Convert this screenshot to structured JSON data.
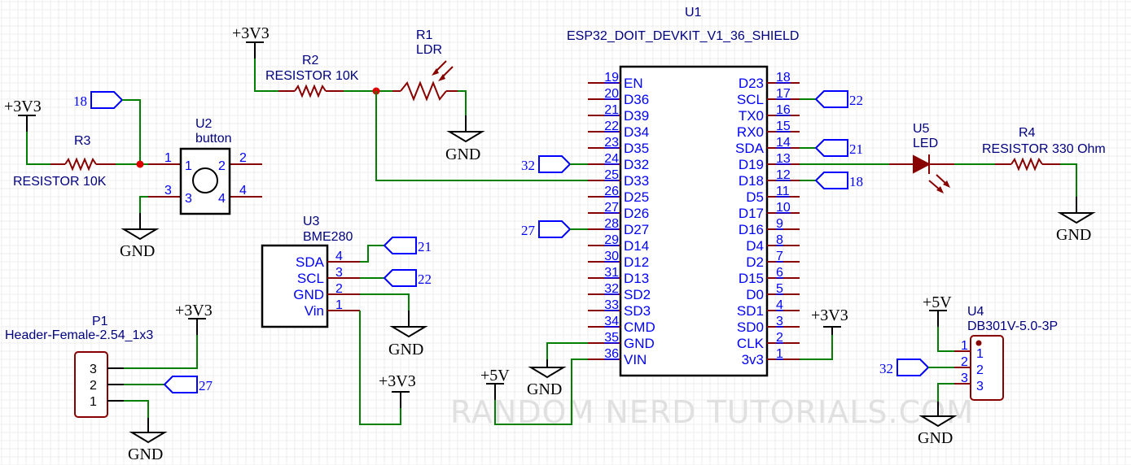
{
  "watermark": "RANDOM NERD TUTORIALS.COM",
  "colors": {
    "wire": "#008000",
    "pin": "#880000",
    "text": "#0000ff",
    "junction": "#dd0000"
  },
  "u1": {
    "ref": "U1",
    "value": "ESP32_DOIT_DEVKIT_V1_36_SHIELD",
    "left_pins": [
      {
        "num": "19",
        "name": "EN"
      },
      {
        "num": "20",
        "name": "D36"
      },
      {
        "num": "21",
        "name": "D39"
      },
      {
        "num": "22",
        "name": "D34"
      },
      {
        "num": "23",
        "name": "D35"
      },
      {
        "num": "24",
        "name": "D32"
      },
      {
        "num": "25",
        "name": "D33"
      },
      {
        "num": "26",
        "name": "D25"
      },
      {
        "num": "27",
        "name": "D26"
      },
      {
        "num": "28",
        "name": "D27"
      },
      {
        "num": "29",
        "name": "D14"
      },
      {
        "num": "30",
        "name": "D12"
      },
      {
        "num": "31",
        "name": "D13"
      },
      {
        "num": "32",
        "name": "SD2"
      },
      {
        "num": "33",
        "name": "SD3"
      },
      {
        "num": "34",
        "name": "CMD"
      },
      {
        "num": "35",
        "name": "GND"
      },
      {
        "num": "36",
        "name": "VIN"
      }
    ],
    "right_pins": [
      {
        "num": "18",
        "name": "D23"
      },
      {
        "num": "17",
        "name": "SCL"
      },
      {
        "num": "16",
        "name": "TX0"
      },
      {
        "num": "15",
        "name": "RX0"
      },
      {
        "num": "14",
        "name": "SDA"
      },
      {
        "num": "13",
        "name": "D19"
      },
      {
        "num": "12",
        "name": "D18"
      },
      {
        "num": "11",
        "name": "D5"
      },
      {
        "num": "10",
        "name": "D17"
      },
      {
        "num": "9",
        "name": "D16"
      },
      {
        "num": "8",
        "name": "D4"
      },
      {
        "num": "7",
        "name": "D2"
      },
      {
        "num": "6",
        "name": "D15"
      },
      {
        "num": "5",
        "name": "D0"
      },
      {
        "num": "4",
        "name": "SD1"
      },
      {
        "num": "3",
        "name": "SD0"
      },
      {
        "num": "2",
        "name": "CLK"
      },
      {
        "num": "1",
        "name": "3v3"
      }
    ]
  },
  "u2": {
    "ref": "U2",
    "value": "button",
    "pins": [
      "1",
      "2",
      "3",
      "4"
    ]
  },
  "u3": {
    "ref": "U3",
    "value": "BME280",
    "pins": [
      {
        "num": "4",
        "name": "SDA"
      },
      {
        "num": "3",
        "name": "SCL"
      },
      {
        "num": "2",
        "name": "GND"
      },
      {
        "num": "1",
        "name": "Vin"
      }
    ]
  },
  "u4": {
    "ref": "U4",
    "value": "DB301V-5.0-3P",
    "pins": [
      "1",
      "2",
      "3"
    ]
  },
  "u5": {
    "ref": "U5",
    "value": "LED"
  },
  "p1": {
    "ref": "P1",
    "value": "Header-Female-2.54_1x3",
    "pins": [
      "3",
      "2",
      "1"
    ]
  },
  "r1": {
    "ref": "R1",
    "value": "LDR"
  },
  "r2": {
    "ref": "R2",
    "value": "RESISTOR 10K"
  },
  "r3": {
    "ref": "R3",
    "value": "RESISTOR 10K"
  },
  "r4": {
    "ref": "R4",
    "value": "RESISTOR 330 Ohm"
  },
  "power": {
    "v33": "+3V3",
    "v5": "+5V",
    "gnd": "GND"
  },
  "nets": {
    "n18": "18",
    "n21": "21",
    "n22": "22",
    "n27": "27",
    "n32": "32"
  }
}
